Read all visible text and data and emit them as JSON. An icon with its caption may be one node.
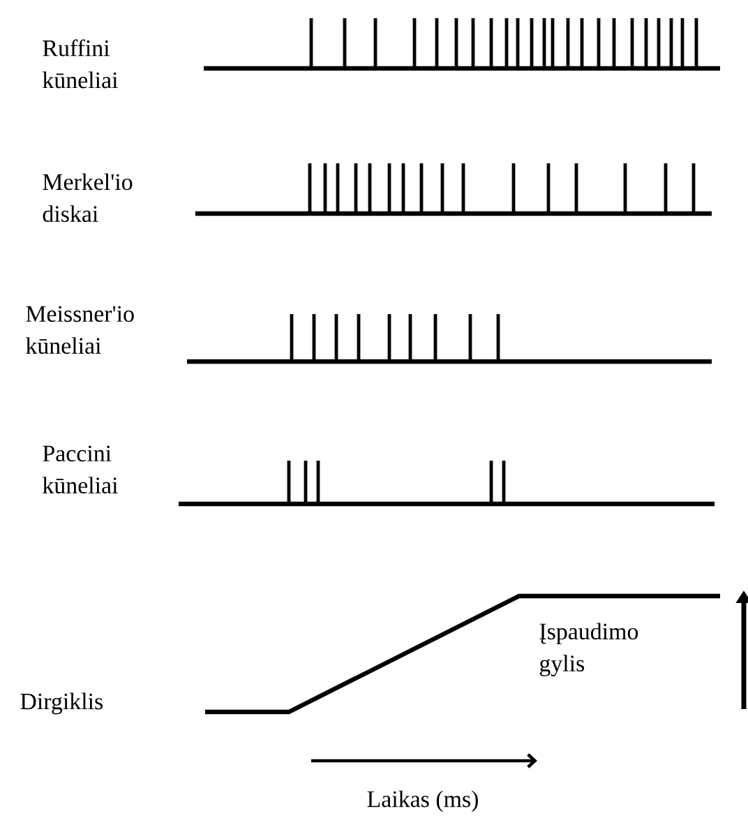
{
  "diagram": {
    "labels": [
      "Ruffini kūneliai",
      "Merkel'io diskai",
      "Meissner'io kūneliai",
      "Paccini kūneliai",
      "Įspaudimo gylis",
      "Dirgiklis",
      "Laikas (ms)"
    ]
  }
}
